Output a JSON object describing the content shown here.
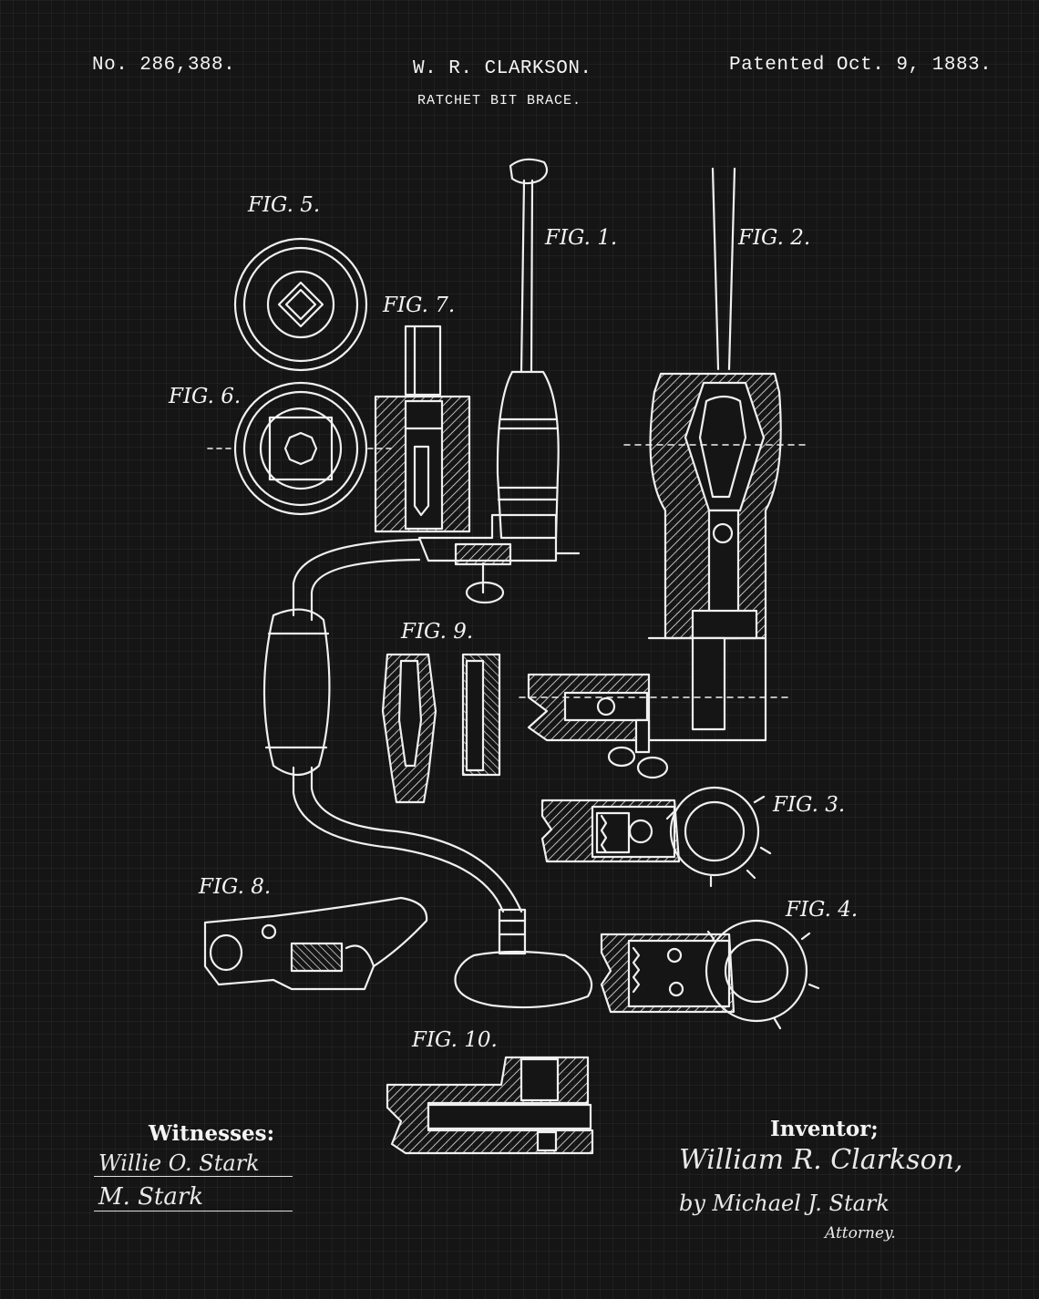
{
  "header": {
    "patent_number": "No. 286,388.",
    "inventor": "W. R. CLARKSON.",
    "date": "Patented Oct. 9, 1883.",
    "title": "RATCHET BIT BRACE."
  },
  "figures": {
    "fig1": "FIG. 1.",
    "fig2": "FIG. 2.",
    "fig3": "FIG. 3.",
    "fig4": "FIG. 4.",
    "fig5": "FIG. 5.",
    "fig6": "FIG. 6.",
    "fig7": "FIG. 7.",
    "fig8": "FIG. 8.",
    "fig9": "FIG. 9.",
    "fig10": "FIG. 10."
  },
  "witnesses": {
    "title": "Witnesses:",
    "signatures": [
      "Willie O. Stark",
      "M. Stark"
    ]
  },
  "inventor_block": {
    "title": "Inventor;",
    "signature": "William R. Clarkson,",
    "by_line": "by Michael J. Stark",
    "role": "Attorney."
  }
}
